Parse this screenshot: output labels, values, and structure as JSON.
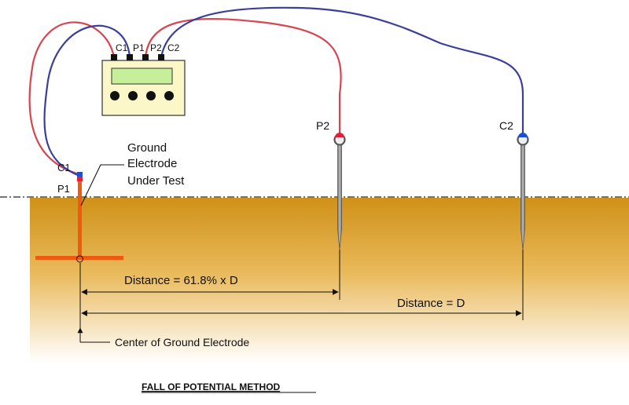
{
  "meter": {
    "terminals": [
      "C1",
      "P1",
      "P2",
      "C2"
    ]
  },
  "labels": {
    "electrode_title_line1": "Ground",
    "electrode_title_line2": "Electrode",
    "electrode_title_line3": "Under Test",
    "electrode_c1": "C1",
    "electrode_p1": "P1",
    "probe_p2": "P2",
    "probe_c2": "C2",
    "distance_p2": "Distance = 61.8% x D",
    "distance_c2": "Distance = D",
    "center": "Center of Ground Electrode",
    "footer_title": "FALL OF POTENTIAL METHOD"
  },
  "colors": {
    "soil_top": "#cf9118",
    "soil_bottom": "#ffffff",
    "red_lead": "#d84450",
    "blue_lead": "#3b3f9c",
    "meter_body": "#fbf7c8",
    "meter_screen": "#c6ef9a",
    "electrode": "#f05a0f",
    "probe": "#9a9a9a"
  }
}
